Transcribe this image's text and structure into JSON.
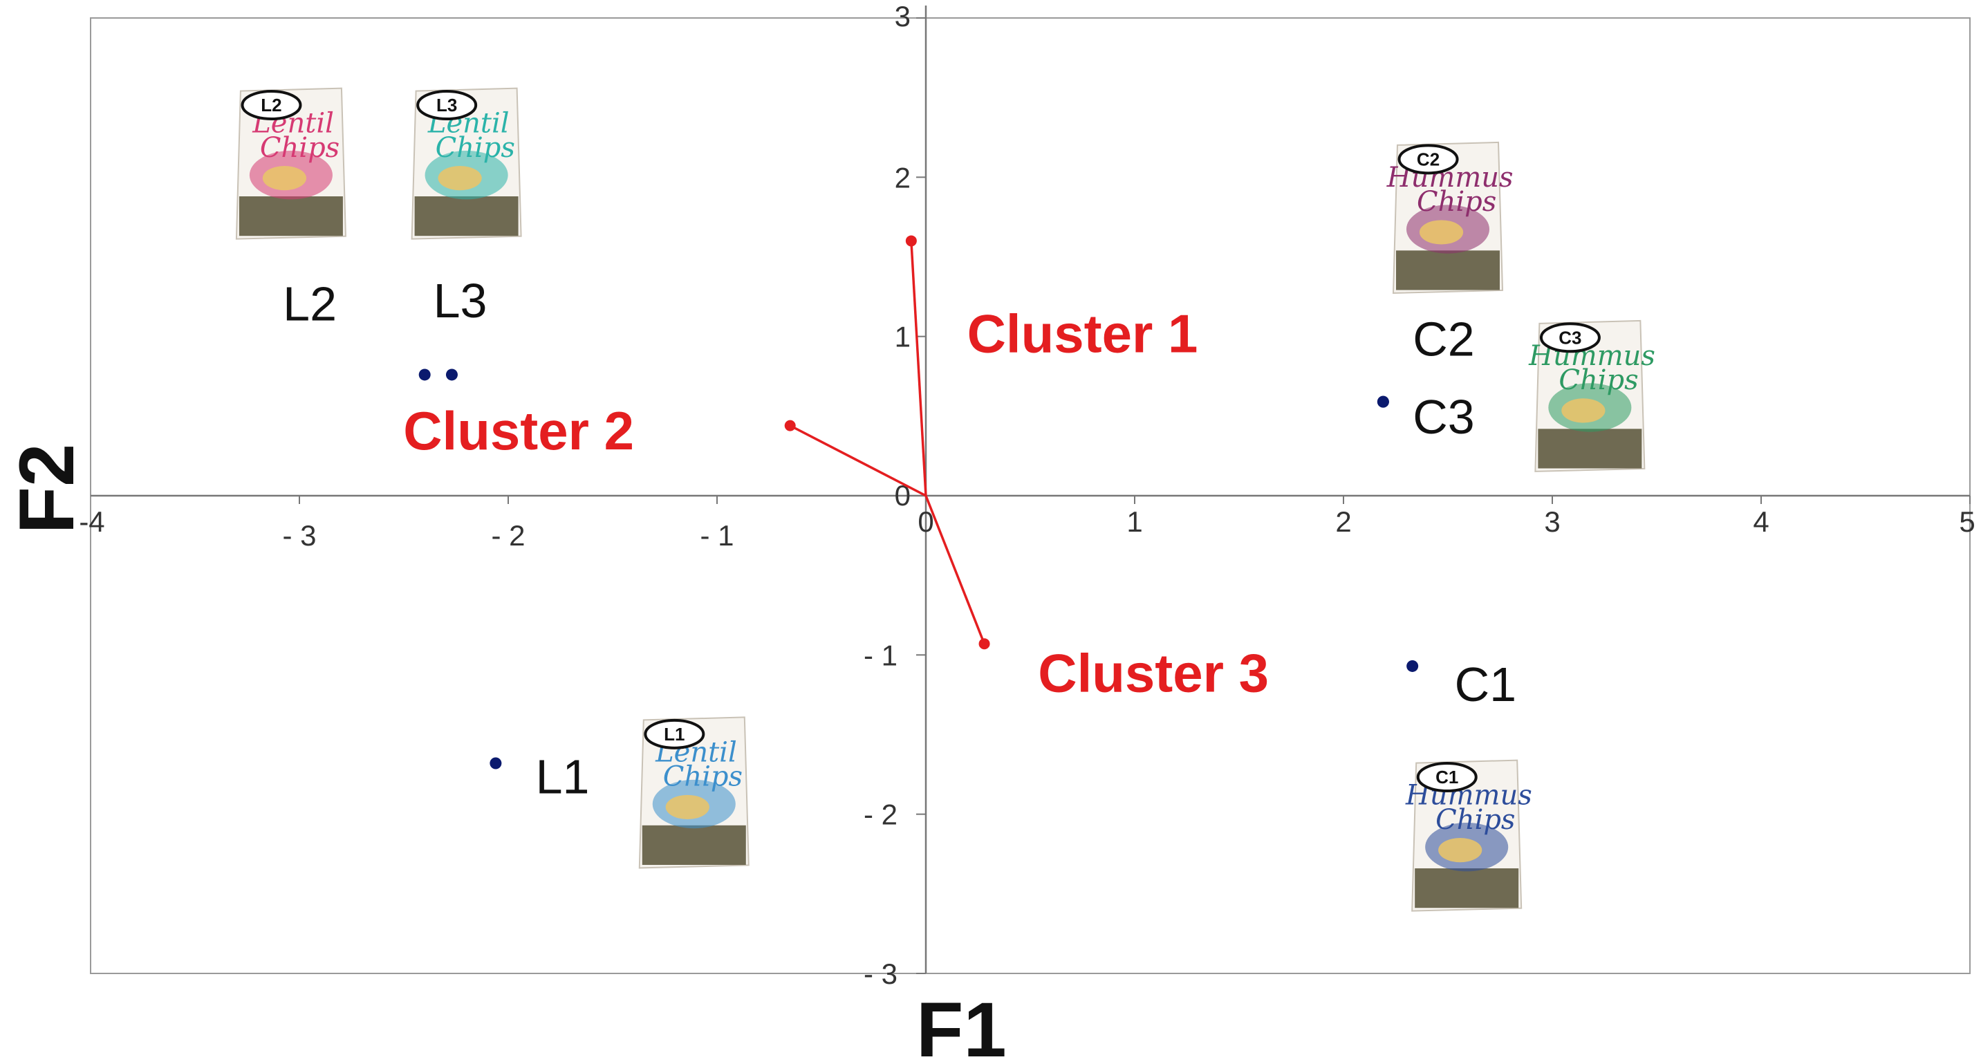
{
  "chart_data": {
    "type": "scatter",
    "title": "",
    "xlabel": "F1",
    "ylabel": "F2",
    "xlim": [
      -4,
      5
    ],
    "ylim": [
      -3,
      3
    ],
    "x_ticks": [
      -3,
      -2,
      -1,
      0,
      1,
      2,
      3,
      4,
      5
    ],
    "x_tick_labels": [
      "- 3",
      "- 2",
      "- 1",
      "0",
      "1",
      "2",
      "3",
      "4",
      "5"
    ],
    "x_min_label": "-4",
    "y_ticks": [
      -3,
      -2,
      -1,
      0,
      1,
      2,
      3
    ],
    "y_tick_labels": [
      "- 3",
      "- 2",
      "- 1",
      "0",
      "1",
      "2",
      "3"
    ],
    "grid": false,
    "products": [
      {
        "name": "L2",
        "x": -2.4,
        "y": 0.76,
        "pack": "Lentil Chips",
        "color": "#d63a73"
      },
      {
        "name": "L3",
        "x": -2.27,
        "y": 0.76,
        "pack": "Lentil Chips",
        "color": "#2bb3a9"
      },
      {
        "name": "C2",
        "x": 2.19,
        "y": 0.59,
        "pack": "Hummus Chips",
        "color": "#8e2e6d"
      },
      {
        "name": "C3",
        "x": 2.19,
        "y": 0.59,
        "pack": "Hummus Chips",
        "color": "#2e9a63"
      },
      {
        "name": "C1",
        "x": 2.33,
        "y": -1.07,
        "pack": "Hummus Chips",
        "color": "#2d4d9b"
      },
      {
        "name": "L1",
        "x": -2.06,
        "y": -1.68,
        "pack": "Lentil Chips",
        "color": "#3c8fcc"
      }
    ],
    "clusters": [
      {
        "name": "Cluster 1",
        "x": -0.07,
        "y": 1.6
      },
      {
        "name": "Cluster 2",
        "x": -0.65,
        "y": 0.44
      },
      {
        "name": "Cluster 3",
        "x": 0.28,
        "y": -0.93
      }
    ],
    "colors": {
      "points": "#0b1a6e",
      "clusters": "#e41e20",
      "axis": "#777777",
      "frame": "#9a9a9a",
      "pack_bottom": "#6f6a52"
    }
  }
}
